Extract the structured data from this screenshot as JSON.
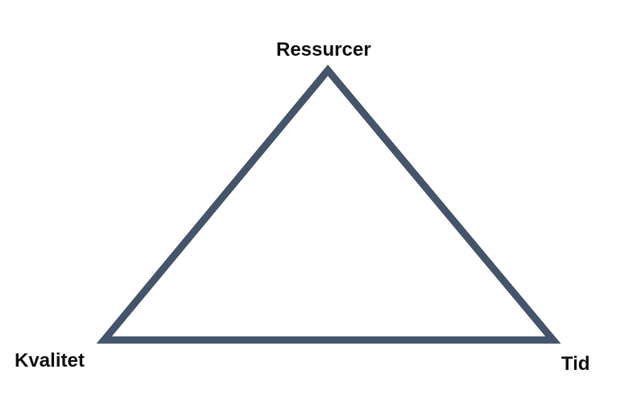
{
  "diagram": {
    "shape": "triangle",
    "stroke_color": "#44546A",
    "background": "#FFFFFF",
    "vertices": {
      "top": "Ressurcer",
      "bottom_left": "Kvalitet",
      "bottom_right": "Tid"
    }
  }
}
